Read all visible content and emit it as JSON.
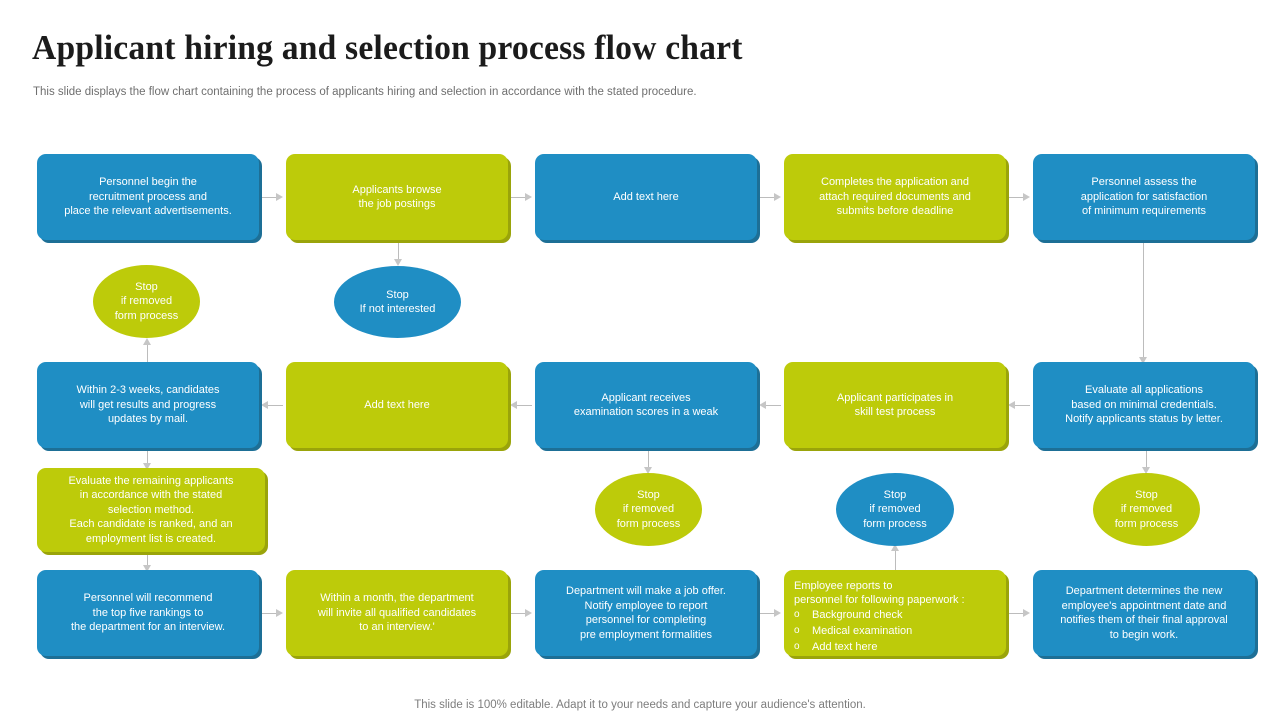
{
  "header": {
    "title": "Applicant hiring and selection process flow chart",
    "subtitle": "This slide displays the flow chart containing the process of applicants hiring and selection in accordance with the stated procedure."
  },
  "footer": {
    "note": "This slide is 100% editable. Adapt it to your needs and capture your audience's attention."
  },
  "colors": {
    "blue": "#1f8ec4",
    "blue_shadow": "#1d6f96",
    "green": "#bdcb0a",
    "green_shadow": "#9aa40a",
    "connector": "#bcbcbc",
    "title": "#1b1b1b",
    "subtitle": "#6f6f6f",
    "node_text": "#ffffff"
  },
  "nodes": {
    "r1c1": {
      "lines": [
        "Personnel begin the",
        "recruitment process and",
        "place the relevant advertisements."
      ],
      "color": "blue",
      "shape": "box"
    },
    "r1c2": {
      "lines": [
        "Applicants browse",
        "the job postings"
      ],
      "color": "green",
      "shape": "box"
    },
    "r1c3": {
      "lines": [
        "Add text here"
      ],
      "color": "blue",
      "shape": "box"
    },
    "r1c4": {
      "lines": [
        "Completes the application and",
        "attach required documents  and",
        "submits before deadline"
      ],
      "color": "green",
      "shape": "box"
    },
    "r1c5": {
      "lines": [
        "Personnel assess the",
        "application for satisfaction",
        "of minimum requirements"
      ],
      "color": "blue",
      "shape": "box"
    },
    "stop1": {
      "lines": [
        "Stop",
        "if removed",
        "form process"
      ],
      "color": "green",
      "shape": "ellipse"
    },
    "stop2": {
      "lines": [
        "Stop",
        "If not interested"
      ],
      "color": "blue",
      "shape": "ellipse"
    },
    "r2c1": {
      "lines": [
        "Within 2-3 weeks, candidates",
        "will get results and progress",
        "updates by mail."
      ],
      "color": "blue",
      "shape": "box"
    },
    "r2c2": {
      "lines": [
        "Add text here"
      ],
      "color": "green",
      "shape": "box"
    },
    "r2c3": {
      "lines": [
        "Applicant receives",
        "examination scores in a weak"
      ],
      "color": "blue",
      "shape": "box"
    },
    "r2c4": {
      "lines": [
        "Applicant participates in",
        "skill test process"
      ],
      "color": "green",
      "shape": "box"
    },
    "r2c5": {
      "lines": [
        "Evaluate all applications",
        "based on minimal credentials.",
        "Notify applicants status by letter."
      ],
      "color": "blue",
      "shape": "box"
    },
    "evaluate": {
      "lines": [
        "Evaluate the remaining applicants",
        "in accordance with the stated",
        "selection method.",
        "Each candidate is ranked, and an",
        "employment list is created."
      ],
      "color": "green",
      "shape": "box"
    },
    "stop3": {
      "lines": [
        "Stop",
        "if removed",
        "form process"
      ],
      "color": "green",
      "shape": "ellipse"
    },
    "stop4": {
      "lines": [
        "Stop",
        "if removed",
        "form process"
      ],
      "color": "blue",
      "shape": "ellipse"
    },
    "stop5": {
      "lines": [
        "Stop",
        "if removed",
        "form process"
      ],
      "color": "green",
      "shape": "ellipse"
    },
    "r3c1": {
      "lines": [
        "Personnel will recommend",
        "the top five rankings to",
        "the department for an interview."
      ],
      "color": "blue",
      "shape": "box"
    },
    "r3c2": {
      "lines": [
        "Within a month, the department",
        "will invite all qualified candidates",
        "to an interview.'"
      ],
      "color": "green",
      "shape": "box"
    },
    "r3c3": {
      "lines": [
        "Department will make a job offer.",
        "Notify employee to report",
        "personnel for completing",
        "pre employment formalities"
      ],
      "color": "blue",
      "shape": "box"
    },
    "r3c4": {
      "color": "green",
      "shape": "box",
      "intro": [
        "Employee reports to",
        "personnel for following paperwork :"
      ],
      "bullet_marker": "o",
      "bullets": [
        "Background check",
        "Medical examination",
        "Add text here"
      ]
    },
    "r3c5": {
      "lines": [
        "Department determines the new",
        "employee's appointment date and",
        "notifies them of their final approval",
        "to begin work."
      ],
      "color": "blue",
      "shape": "box"
    }
  }
}
